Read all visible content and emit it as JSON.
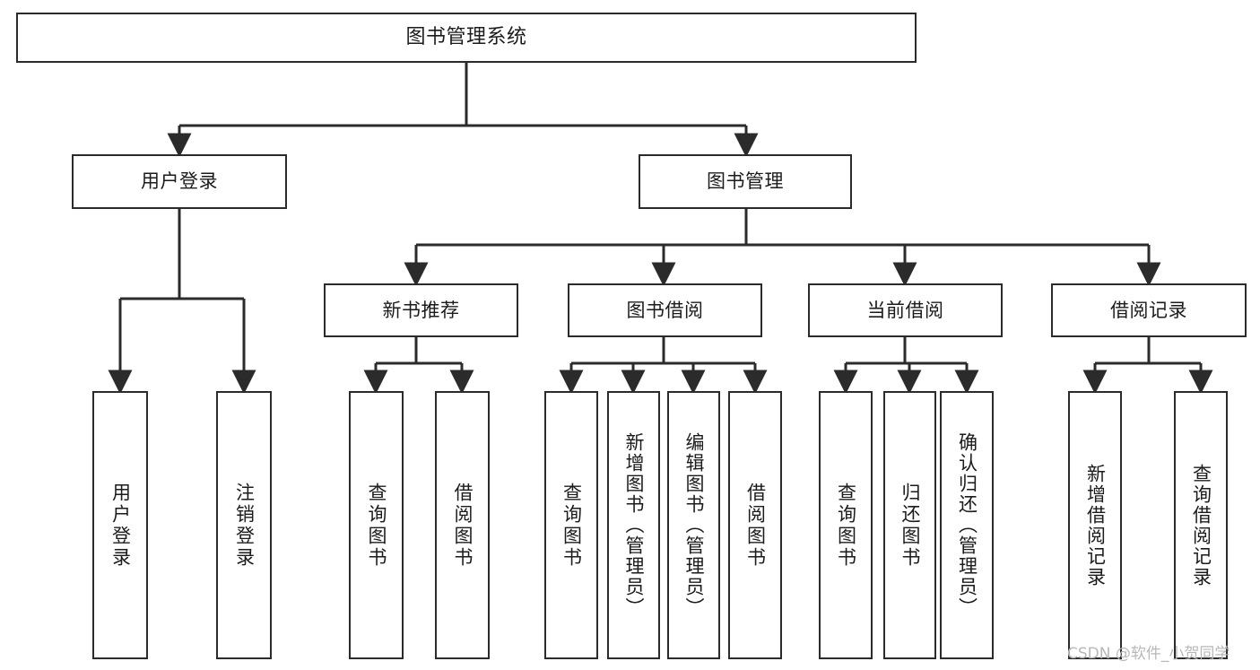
{
  "diagram": {
    "title": "图书管理系统",
    "type": "functional-structure-tree",
    "style": {
      "border_color": "#2b2b2b",
      "text_color": "#1b1b1b",
      "background": "#ffffff",
      "watermark_color": "#b8b8b8"
    },
    "watermark": "CSDN @软件_小贺同学",
    "levels": {
      "root": {
        "label": "图书管理系统"
      },
      "level2": [
        {
          "label": "用户登录"
        },
        {
          "label": "图书管理"
        }
      ],
      "level3": [
        {
          "label": "新书推荐"
        },
        {
          "label": "图书借阅"
        },
        {
          "label": "当前借阅"
        },
        {
          "label": "借阅记录"
        }
      ],
      "leaves": {
        "user_login": [
          {
            "label": "用户登录"
          },
          {
            "label": "注销登录"
          }
        ],
        "new_book_recommend": [
          {
            "label": "查询图书"
          },
          {
            "label": "借阅图书"
          }
        ],
        "book_borrow": [
          {
            "label": "查询图书"
          },
          {
            "label": "新增图书（管理员）"
          },
          {
            "label": "编辑图书（管理员）"
          },
          {
            "label": "借阅图书"
          }
        ],
        "current_borrow": [
          {
            "label": "查询图书"
          },
          {
            "label": "归还图书"
          },
          {
            "label": "确认归还（管理员）"
          }
        ],
        "borrow_record": [
          {
            "label": "新增借阅记录"
          },
          {
            "label": "查询借阅记录"
          }
        ]
      }
    }
  }
}
